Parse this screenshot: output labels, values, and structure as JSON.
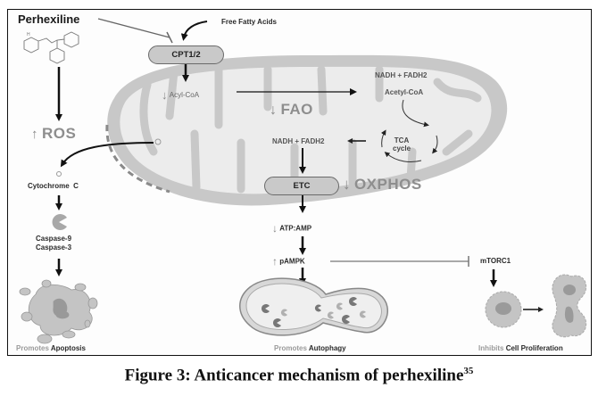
{
  "diagram": {
    "drug": "Perhexiline",
    "free_fatty_acids": "Free Fatty Acids",
    "cpt": "CPT1/2",
    "acyl_coa": "Acyl-CoA",
    "fao": "FAO",
    "nadh_fadh2_top": "NADH + FADH2",
    "acetyl_coa": "Acetyl-CoA",
    "tca_line1": "TCA",
    "tca_line2": "cycle",
    "nadh_fadh2_mid": "NADH + FADH2",
    "etc": "ETC",
    "oxphos": "OXPHOS",
    "atp_amp": "ATP:AMP",
    "pampk": "pAMPK",
    "mtorc1": "mTORC1",
    "ros": "ROS",
    "cytochrome": "Cytochrome  C",
    "caspase9": "Caspase-9",
    "caspase3": "Caspase-3",
    "outcome_apoptosis": {
      "prefix": "Promotes",
      "term": "Apoptosis"
    },
    "outcome_autophagy": {
      "prefix": "Promotes",
      "term": "Autophagy"
    },
    "outcome_proliferation": {
      "prefix": "Inhibits",
      "term": "Cell Proliferation"
    },
    "up_arrow": "↑",
    "down_arrow": "↓"
  },
  "caption": {
    "text": "Figure 3: Anticancer mechanism of perhexiline",
    "ref": "35"
  }
}
